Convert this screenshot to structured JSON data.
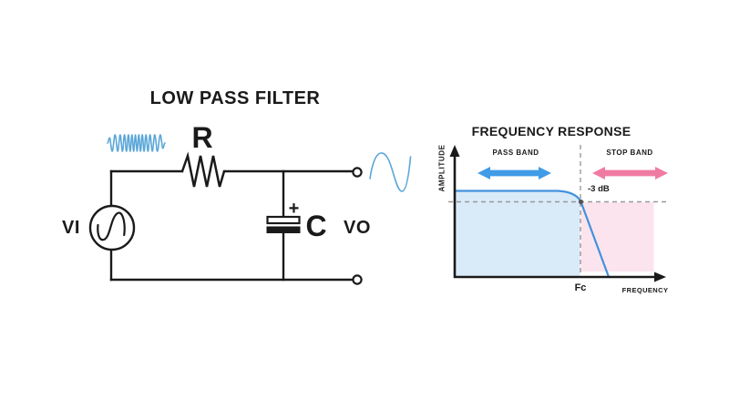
{
  "colors": {
    "ink": "#1a1a1a",
    "sig-blue": "#5ba7d8",
    "curve-blue": "#4292dd",
    "pass-fill": "#d9eaf8",
    "stop-fill": "#fce4ee",
    "pass-arrow": "#419be6",
    "stop-arrow": "#ef7ba3",
    "dash-gray": "#999999"
  },
  "circuit": {
    "title": "LOW PASS FILTER",
    "source_label": "VI",
    "output_label": "VO",
    "resistor_label": "R",
    "capacitor_label": "C",
    "capacitor_polarity": "+"
  },
  "chart": {
    "title": "FREQUENCY RESPONSE",
    "y_axis_label": "AMPLITUDE",
    "x_axis_label": "FREQUENCY",
    "pass_band_label": "PASS BAND",
    "stop_band_label": "STOP BAND",
    "attenuation_label": "-3 dB",
    "cutoff_label": "Fc",
    "chart_data": {
      "type": "line",
      "title": "FREQUENCY RESPONSE",
      "xlabel": "FREQUENCY",
      "ylabel": "AMPLITUDE",
      "x_unit": "multiples of cutoff frequency Fc",
      "curve_points": [
        [
          0,
          1.0
        ],
        [
          0.9,
          1.0
        ],
        [
          1.0,
          0.707
        ],
        [
          1.25,
          0.0
        ]
      ],
      "reference_level": "-3 dB at Fc (amplitude 0.707)",
      "regions": [
        {
          "name": "PASS BAND",
          "x_range": [
            0,
            1.0
          ],
          "fill": "#d9eaf8"
        },
        {
          "name": "STOP BAND",
          "x_range": [
            1.0,
            1.6
          ],
          "fill": "#fce4ee"
        }
      ],
      "grid": false,
      "legend": false
    }
  }
}
